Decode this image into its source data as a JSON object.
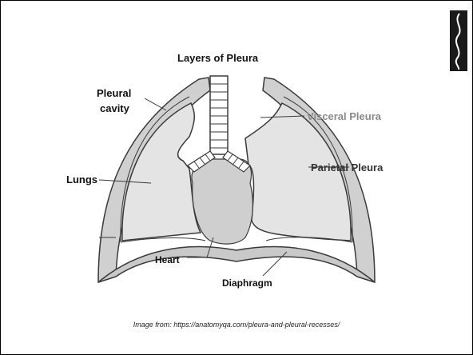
{
  "diagram": {
    "title": "Layers of Pleura",
    "labels": {
      "pleural_cavity_line1": "Pleural",
      "pleural_cavity_line2": "cavity",
      "visceral_pleura": "Visceral Pleura",
      "parietal_pleura": "Parietal Pleura",
      "lungs": "Lungs",
      "heart": "Heart",
      "diaphragm": "Diaphragm"
    }
  },
  "caption": "Image from: https://anatomyqa.com/pleura-and-pleural-recesses/",
  "colors": {
    "pleura_fill": "#c9c9c9",
    "lung_fill": "#e4e4e4",
    "heart_fill": "#cfcfcf",
    "outline": "#3a3a3a",
    "visceral_label": "#8a8a8a"
  }
}
